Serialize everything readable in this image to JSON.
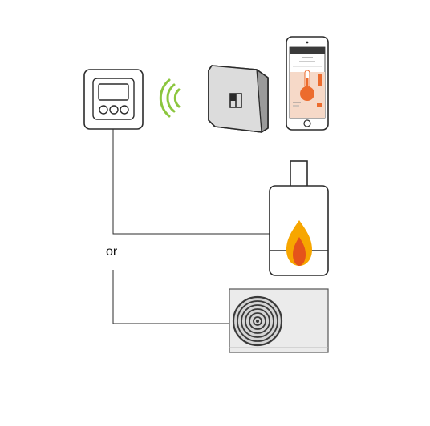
{
  "diagram": {
    "alternative_label": "or",
    "devices": [
      {
        "id": "thermostat",
        "icon": "room-thermostat-icon"
      },
      {
        "id": "wireless",
        "icon": "wireless-signal-icon"
      },
      {
        "id": "gateway",
        "icon": "gateway-box-icon"
      },
      {
        "id": "smartphone",
        "icon": "smartphone-app-icon"
      },
      {
        "id": "boiler",
        "icon": "gas-boiler-icon"
      },
      {
        "id": "heat-pump",
        "icon": "heat-pump-outdoor-unit-icon"
      }
    ],
    "colors": {
      "outline": "#2b2b2b",
      "signal": "#8cc63f",
      "flame_outer": "#f7a600",
      "flame_inner": "#e5531a",
      "app_accent": "#ec6b2d",
      "app_background": "#f6d9c8",
      "unit_fill": "#ebebeb"
    }
  }
}
